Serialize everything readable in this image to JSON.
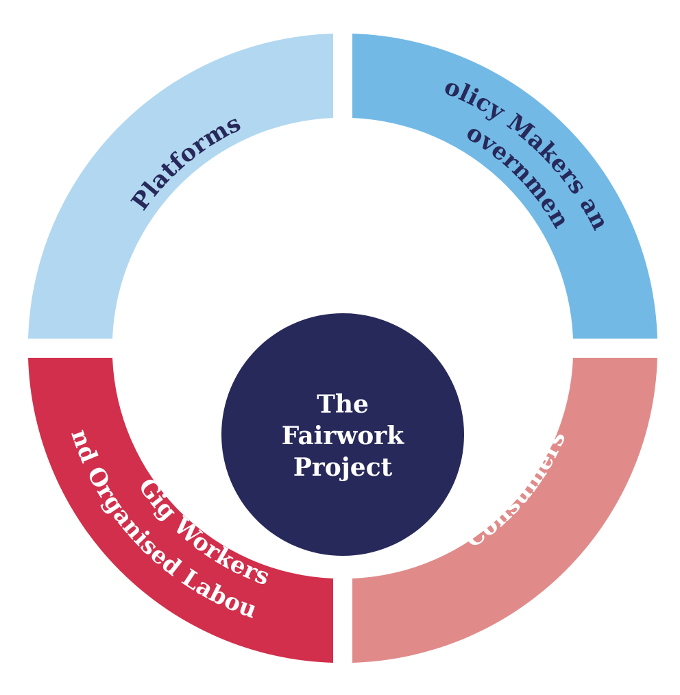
{
  "colors": {
    "navy": "#27295a",
    "platforms": "#b2d7f1",
    "policy": "#72b9e6",
    "gig": "#d12f4b",
    "consumers": "#e08b8a",
    "white": "#ffffff"
  },
  "center": {
    "lines": [
      "The",
      "Fairwork",
      "Project"
    ]
  },
  "segments": {
    "platforms": {
      "label": "Platforms"
    },
    "policy": {
      "line1": "Policy Makers and",
      "line2": "Government"
    },
    "gig": {
      "line1": "Gig Workers",
      "line2": "and Organised Labour"
    },
    "consumers": {
      "label": "Consumers"
    }
  }
}
